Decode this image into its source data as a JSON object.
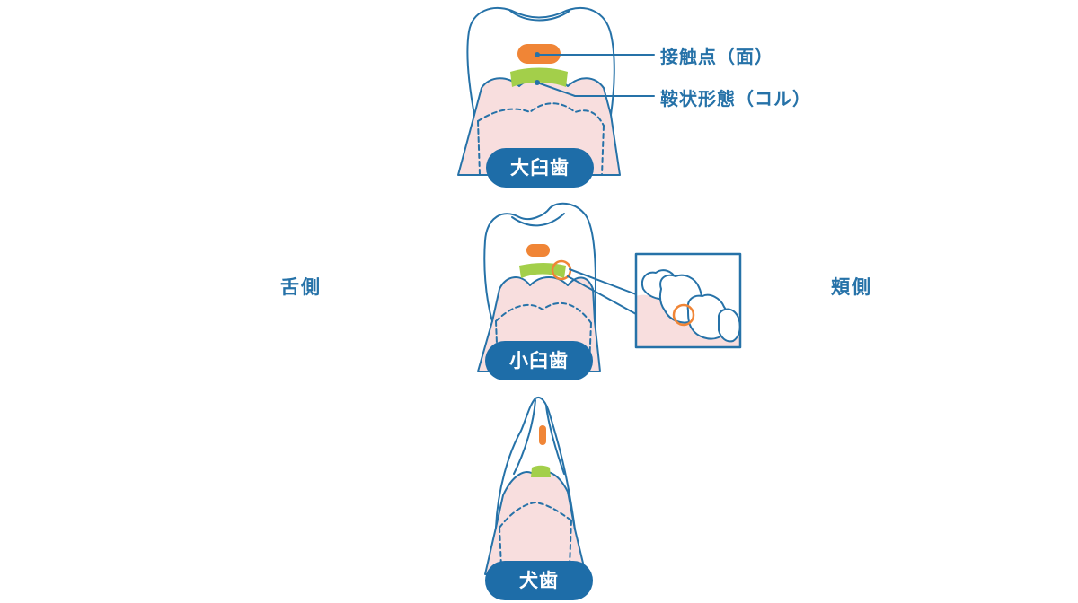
{
  "labels": {
    "lingual_side": "舌側",
    "buccal_side": "頬側"
  },
  "callouts": {
    "contact_point": "接触点（面）",
    "col_shape": "鞍状形態（コル）"
  },
  "teeth": {
    "molar": "大臼歯",
    "premolar": "小臼歯",
    "canine": "犬歯"
  },
  "colors": {
    "outline": "#2672a8",
    "badge": "#1e6da8",
    "gum": "#f8dede",
    "contact": "#f08536",
    "col": "#a3cf4a"
  }
}
